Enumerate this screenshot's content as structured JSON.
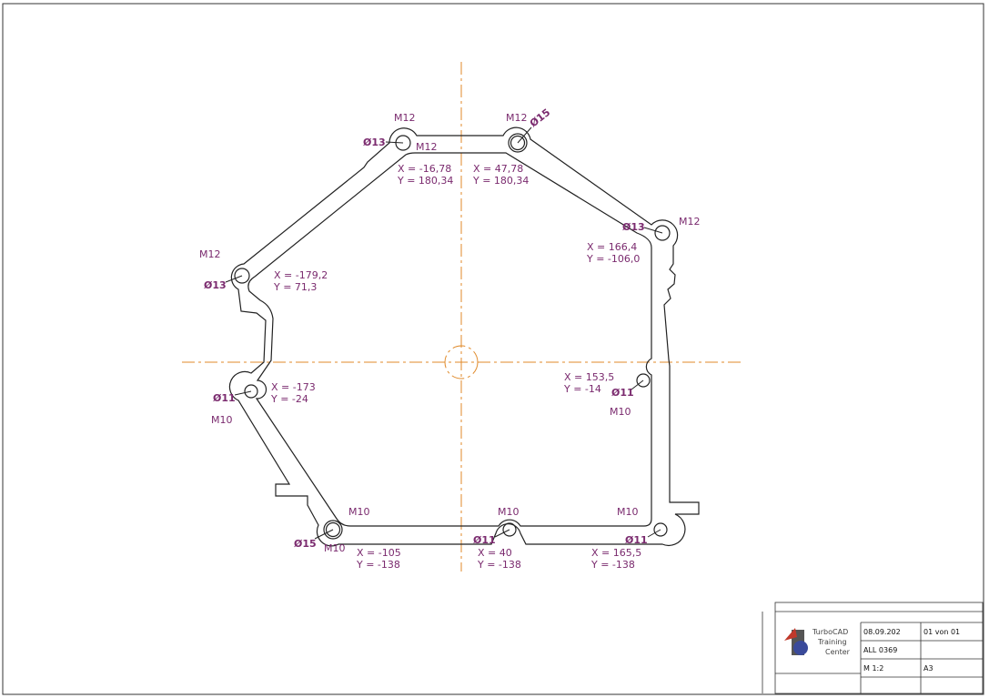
{
  "colors": {
    "label": "#7a2a6e",
    "centerline": "#e08a2a",
    "outline": "#222222"
  },
  "holes": [
    {
      "thread": "M12",
      "diameter": "Ø13",
      "x_label": "X = -16,78",
      "y_label": "Y = 180,34",
      "thread2": "M12"
    },
    {
      "thread": "M12",
      "diameter": "Ø15",
      "x_label": "X = 47,78",
      "y_label": "Y = 180,34"
    },
    {
      "thread": "M12",
      "diameter": "Ø13",
      "x_label": "X = 166,4",
      "y_label": "Y = -106,0"
    },
    {
      "thread": "M12",
      "diameter": "Ø13",
      "x_label": "X = -179,2",
      "y_label": "Y = 71,3"
    },
    {
      "thread": "M10",
      "diameter": "Ø11",
      "x_label": "X = -173",
      "y_label": "Y = -24"
    },
    {
      "thread": "M10",
      "diameter": "Ø11",
      "x_label": "X = 153,5",
      "y_label": "Y = -14"
    },
    {
      "thread": "M10",
      "diameter": "Ø15",
      "x_label": "X = -105",
      "y_label": "Y = -138",
      "thread2": "M10"
    },
    {
      "thread": "M10",
      "diameter": "Ø11",
      "x_label": "X = 40",
      "y_label": "Y = -138"
    },
    {
      "thread": "M10",
      "diameter": "Ø11",
      "x_label": "X = 165,5",
      "y_label": "Y = -138"
    }
  ],
  "title_block": {
    "logo_line1": "TurboCAD",
    "logo_line2": "Training",
    "logo_line3": "Center",
    "date": "08.09.202",
    "sheet": "01 von 01",
    "drawing_no": "ALL 0369",
    "scale": "M 1:2",
    "format": "A3"
  }
}
